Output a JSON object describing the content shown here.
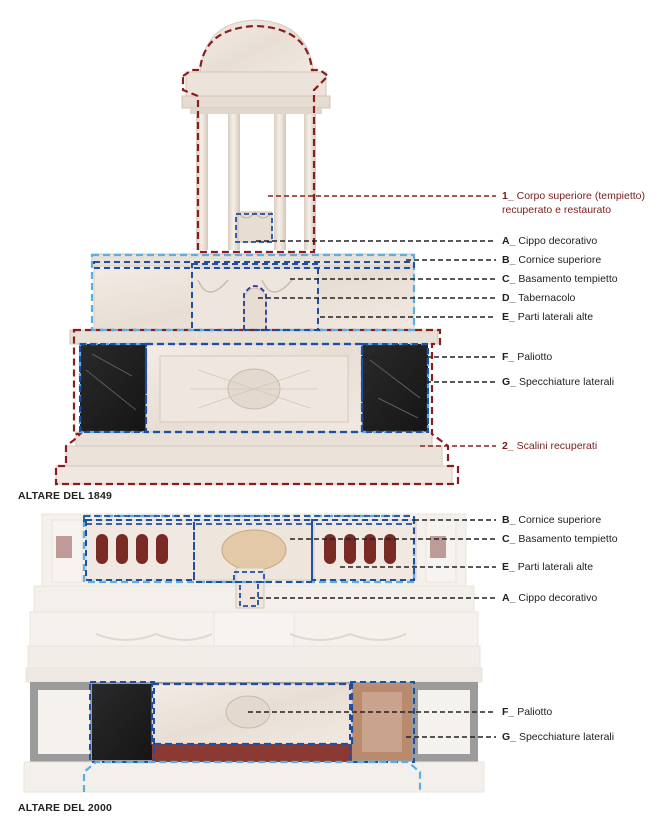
{
  "colors": {
    "recovered_outline": "#8a1e1e",
    "outer_outline": "#5aaee3",
    "inner_outline": "#1f4fa3",
    "marble_light": "#efe7df",
    "marble_shadow": "#d9cdc0",
    "marble_black": "#1e1e1e",
    "marble_red": "#7a2a25",
    "marble_pink": "#c9a38b"
  },
  "altar_1849": {
    "title": "ALTARE DEL 1849",
    "callouts": [
      {
        "letter": "1_",
        "text": "Corpo superiore (tempietto)",
        "text2": "recuperato e restaurato",
        "kind": "recovered"
      },
      {
        "letter": "A_",
        "text": "Cippo decorativo",
        "kind": "normal"
      },
      {
        "letter": "B_",
        "text": "Cornice superiore",
        "kind": "normal"
      },
      {
        "letter": "C_",
        "text": "Basamento tempietto",
        "kind": "normal"
      },
      {
        "letter": "D_",
        "text": "Tabernacolo",
        "kind": "normal"
      },
      {
        "letter": "E_",
        "text": "Parti laterali alte",
        "kind": "normal"
      },
      {
        "letter": "F_",
        "text": "Paliotto",
        "kind": "normal"
      },
      {
        "letter": "G_",
        "text": "Specchiature laterali",
        "kind": "normal"
      },
      {
        "letter": "2_",
        "text": "Scalini recuperati",
        "kind": "recovered"
      }
    ]
  },
  "altar_2000": {
    "title": "ALTARE DEL 2000",
    "callouts": [
      {
        "letter": "B_",
        "text": "Cornice superiore",
        "kind": "normal"
      },
      {
        "letter": "C_",
        "text": "Basamento tempietto",
        "kind": "normal"
      },
      {
        "letter": "E_",
        "text": "Parti laterali alte",
        "kind": "normal"
      },
      {
        "letter": "A_",
        "text": "Cippo decorativo",
        "kind": "normal"
      },
      {
        "letter": "F_",
        "text": "Paliotto",
        "kind": "normal"
      },
      {
        "letter": "G_",
        "text": "Specchiature laterali",
        "kind": "normal"
      }
    ]
  }
}
